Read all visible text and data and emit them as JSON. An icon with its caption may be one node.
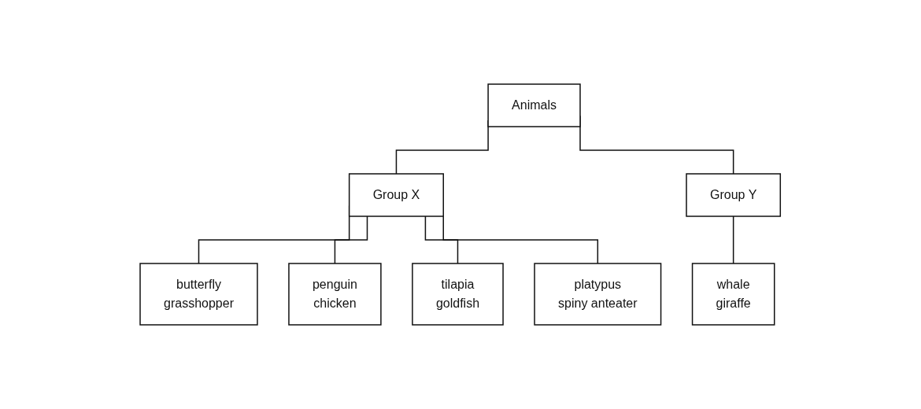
{
  "diagram": {
    "nodes": [
      {
        "text": [
          "Animals"
        ]
      },
      {
        "text": [
          "Group X"
        ]
      },
      {
        "text": [
          "Group Y"
        ]
      },
      {
        "text": [
          "butterfly",
          "grasshopper"
        ]
      },
      {
        "text": [
          "penguin",
          "chicken"
        ]
      },
      {
        "text": [
          "tilapia",
          "goldfish"
        ]
      },
      {
        "text": [
          "platypus",
          "spiny anteater"
        ]
      },
      {
        "text": [
          "whale",
          "giraffe"
        ]
      }
    ],
    "edges": [
      {
        "from": 0,
        "to": 1,
        "arrow": "none"
      },
      {
        "from": 0,
        "to": 2,
        "arrow": "none"
      },
      {
        "from": 1,
        "to": 3,
        "arrow": "none"
      },
      {
        "from": 1,
        "to": 4,
        "arrow": "none"
      },
      {
        "from": 1,
        "to": 5,
        "arrow": "none"
      },
      {
        "from": 1,
        "to": 6,
        "arrow": "none"
      },
      {
        "from": 2,
        "to": 7,
        "arrow": "none"
      }
    ]
  }
}
